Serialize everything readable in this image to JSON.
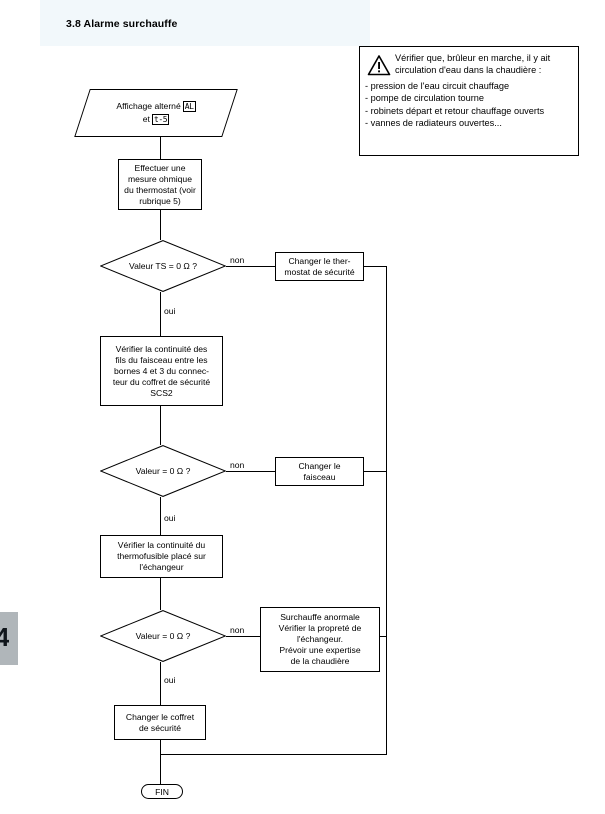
{
  "page": {
    "title": "3.8 Alarme surchauffe",
    "margin_tab_glyph": "4"
  },
  "warning": {
    "icon": "warning-triangle-icon",
    "head_line_1": "Vérifier que, brûleur en marche, il y ait",
    "head_line_2": "circulation d'eau dans la chaudière :",
    "items": [
      "- pression de l'eau circuit chauffage",
      "- pompe de circulation tourne",
      "- robinets départ et retour chauffage ouverts",
      "- vannes de radiateurs ouvertes..."
    ]
  },
  "flow": {
    "start": {
      "prefix": "Affichage alterné",
      "display_1": "AL",
      "connector": "et",
      "display_2": "t-5"
    },
    "step_1": {
      "line_1": "Effectuer une",
      "line_2": "mesure ohmique",
      "line_3": "du thermostat (voir",
      "line_4": "rubrique 5)"
    },
    "decision_1": {
      "text": "Valeur TS = 0 Ω ?",
      "no_label": "non",
      "yes_label": "oui"
    },
    "action_1": {
      "line_1": "Changer le ther-",
      "line_2": "mostat de sécurité"
    },
    "step_2": {
      "line_1": "Vérifier la continuité des",
      "line_2": "fils du faisceau entre les",
      "line_3": "bornes 4 et 3 du connec-",
      "line_4": "teur du coffret de sécurité",
      "line_5": "SCS2"
    },
    "decision_2": {
      "text": "Valeur = 0 Ω ?",
      "no_label": "non",
      "yes_label": "oui"
    },
    "action_2": {
      "line_1": "Changer le",
      "line_2": "faisceau"
    },
    "step_3": {
      "line_1": "Vérifier la continuité du",
      "line_2": "thermofusible placé sur",
      "line_3": "l'échangeur"
    },
    "decision_3": {
      "text": "Valeur = 0 Ω ?",
      "no_label": "non",
      "yes_label": "oui"
    },
    "action_3": {
      "line_1": "Surchauffe anormale",
      "line_2": "Vérifier la propreté de",
      "line_3": "l'échangeur.",
      "line_4": "Prévoir une expertise",
      "line_5": "de la chaudière"
    },
    "action_4": {
      "line_1": "Changer le coffret",
      "line_2": "de sécurité"
    },
    "end": {
      "label": "FIN"
    }
  },
  "colors": {
    "stroke": "#000000",
    "header_band": "#f2f8fb",
    "margin_tab": "#b0b6ba",
    "node_fill": "#ffffff"
  }
}
